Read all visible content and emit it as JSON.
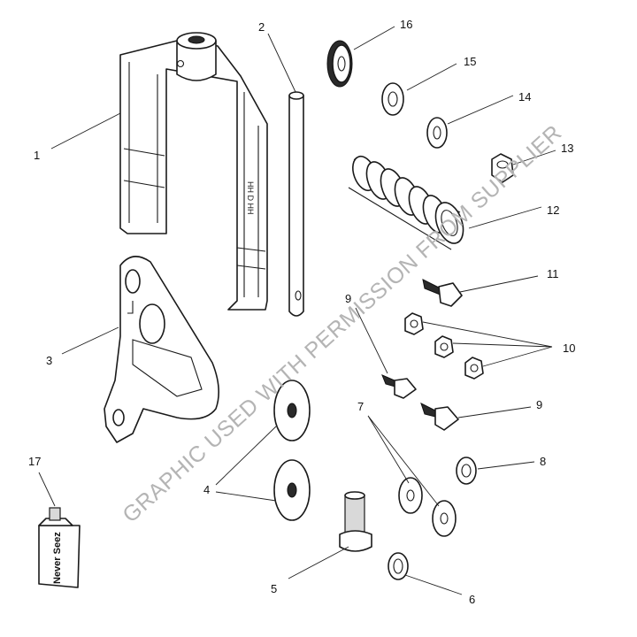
{
  "callouts": [
    "1",
    "2",
    "3",
    "4",
    "5",
    "6",
    "7",
    "8",
    "9",
    "9",
    "10",
    "11",
    "12",
    "13",
    "14",
    "15",
    "16",
    "17"
  ],
  "part_stamp": "HH D HH",
  "tube_label": "Never Seez",
  "watermark": "GRAPHIC USED WITH PERMISSION FROM SUPPLIER"
}
